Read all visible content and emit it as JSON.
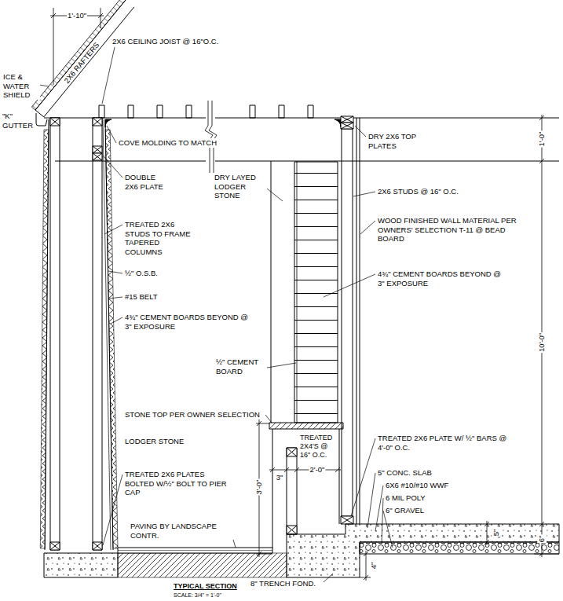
{
  "diagram": {
    "title": "TYPICAL SECTION",
    "caption": "SCALE: 3/4\" = 1'-0\"",
    "labels": [
      "1'-10\"",
      "2X6 RAFTERS",
      "ICE & WATER SHIELD",
      "\"K\" GUTTER",
      "2X6 CEILING JOIST @ 16\"O.C.",
      "COVE MOLDING TO MATCH",
      "DRY 2X6 TOP PLATES",
      "1'-0\"",
      "DOUBLE 2X6 PLATE",
      "DRY LAYED LODGER STONE",
      "2X6 STUDS @ 16\" O.C.",
      "TREATED 2X6 STUDS TO FRAME TAPERED COLUMNS",
      "WOOD FINISHED WALL MATERIAL PER OWNERS' SELECTION T-11 @ BEAD BOARD",
      "½\" O.S.B.",
      "#15 BELT",
      "4¾\" CEMENT BOARDS BEYOND @ 3\" EXPOSURE",
      "4¾\" CEMENT BOARDS BEYOND @ 3\" EXPOSURE",
      "10'-0\"",
      "½\" CEMENT BOARD",
      "STONE TOP PER OWNER SELECTION",
      "LODGER STONE",
      "TREATED 2X6 PLATE W/ ½\" BARS @ 4'-0\" O.C.",
      "TREATED 2X4'S @ 16\" O.C.",
      "3'-0\"",
      "3\"",
      "2'-0\"",
      "5\" CONC. SLAB",
      "6X6 #10/#10 WWF",
      "6 MIL POLY",
      "6\" GRAVEL",
      "5\"",
      "6\"",
      "TREATED 2X6 PLATES BOLTED W/½\" BOLT TO PIER CAP",
      "PAVING BY LANDSCAPE CONTR.",
      "4\"",
      "8\" TRENCH FOND."
    ]
  }
}
